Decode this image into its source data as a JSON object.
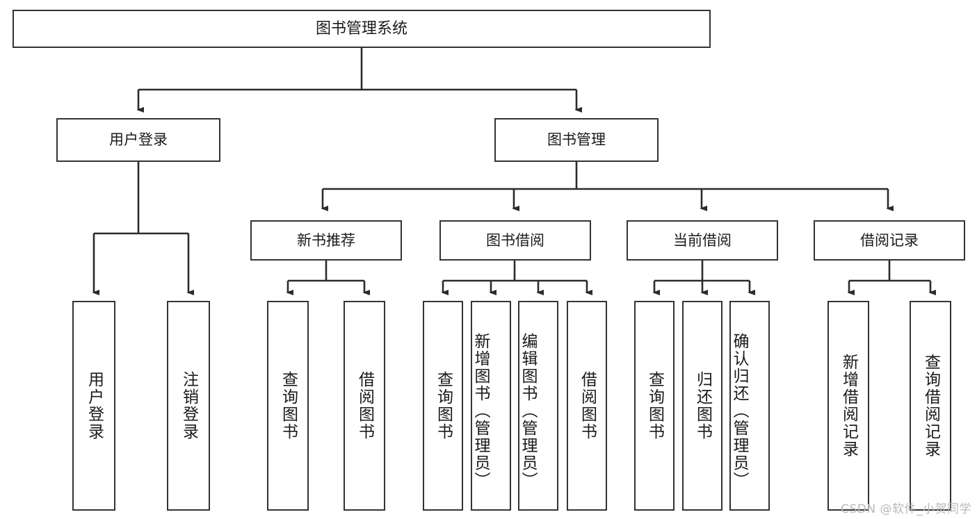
{
  "diagram": {
    "title": "图书管理系统",
    "type": "tree",
    "root": {
      "id": "root",
      "label": "图书管理系统",
      "orientation": "horizontal"
    },
    "level2": [
      {
        "id": "user-login",
        "label": "用户登录",
        "orientation": "horizontal"
      },
      {
        "id": "book-manage",
        "label": "图书管理",
        "orientation": "horizontal"
      }
    ],
    "level3": [
      {
        "id": "new-book-recommend",
        "label": "新书推荐",
        "orientation": "horizontal",
        "parent": "book-manage"
      },
      {
        "id": "book-borrow",
        "label": "图书借阅",
        "orientation": "horizontal",
        "parent": "book-manage"
      },
      {
        "id": "current-borrow",
        "label": "当前借阅",
        "orientation": "horizontal",
        "parent": "book-manage"
      },
      {
        "id": "borrow-record",
        "label": "借阅记录",
        "orientation": "horizontal",
        "parent": "book-manage"
      }
    ],
    "leaves": [
      {
        "id": "leaf-user-login",
        "label": "用户登录",
        "parent": "user-login",
        "orientation": "vertical"
      },
      {
        "id": "leaf-user-logout",
        "label": "注销登录",
        "parent": "user-login",
        "orientation": "vertical"
      },
      {
        "id": "leaf-query-book-1",
        "label": "查询图书",
        "parent": "new-book-recommend",
        "orientation": "vertical"
      },
      {
        "id": "leaf-borrow-book-1",
        "label": "借阅图书",
        "parent": "new-book-recommend",
        "orientation": "vertical"
      },
      {
        "id": "leaf-query-book-2",
        "label": "查询图书",
        "parent": "book-borrow",
        "orientation": "vertical"
      },
      {
        "id": "leaf-add-book",
        "label": "新增图书（管理员）",
        "parent": "book-borrow",
        "orientation": "vertical"
      },
      {
        "id": "leaf-edit-book",
        "label": "编辑图书（管理员）",
        "parent": "book-borrow",
        "orientation": "vertical"
      },
      {
        "id": "leaf-borrow-book-2",
        "label": "借阅图书",
        "parent": "book-borrow",
        "orientation": "vertical"
      },
      {
        "id": "leaf-query-book-3",
        "label": "查询图书",
        "parent": "current-borrow",
        "orientation": "vertical"
      },
      {
        "id": "leaf-return-book",
        "label": "归还图书",
        "parent": "current-borrow",
        "orientation": "vertical"
      },
      {
        "id": "leaf-confirm-return",
        "label": "确认归还（管理员）",
        "parent": "current-borrow",
        "orientation": "vertical"
      },
      {
        "id": "leaf-add-record",
        "label": "新增借阅记录",
        "parent": "borrow-record",
        "orientation": "vertical"
      },
      {
        "id": "leaf-query-record",
        "label": "查询借阅记录",
        "parent": "borrow-record",
        "orientation": "vertical"
      }
    ],
    "colors": {
      "border": "#333333",
      "fill": "#ffffff",
      "text": "#1a1a1a",
      "connector": "#2b2b2b",
      "watermark": "#b9b9b9"
    }
  },
  "watermark": {
    "text": "CSDN @软件_小贺同学"
  }
}
